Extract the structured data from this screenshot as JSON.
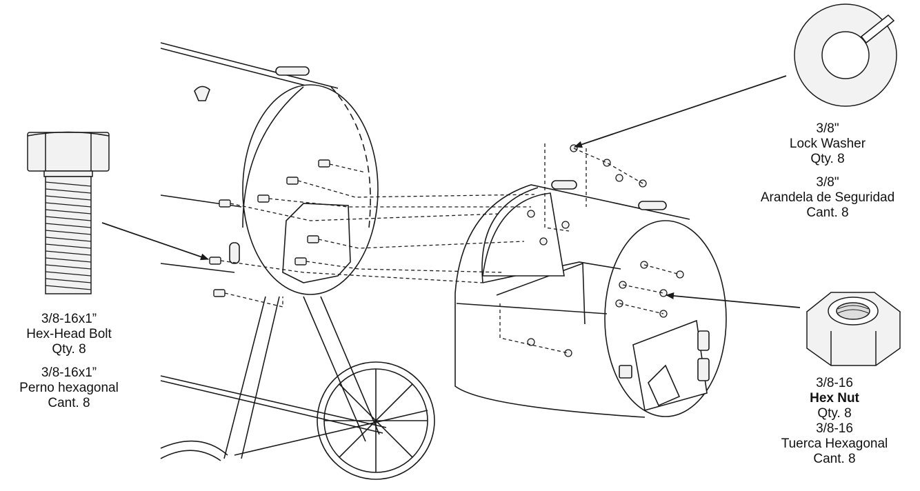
{
  "parts": {
    "bolt": {
      "size": "3/8-16x1”",
      "name_en": "Hex-Head Bolt",
      "qty_en": "Qty. 8",
      "size_es": "3/8-16x1”",
      "name_es": "Perno hexagonal",
      "qty_es": "Cant. 8"
    },
    "washer": {
      "size": "3/8\"",
      "name_en": "Lock Washer",
      "qty_en": "Qty. 8",
      "size_es": "3/8\"",
      "name_es": "Arandela de Seguridad",
      "qty_es": "Cant. 8"
    },
    "nut": {
      "size": "3/8-16",
      "name_en": "Hex Nut",
      "qty_en": "Qty. 8",
      "size_es": "3/8-16",
      "name_es": "Tuerca Hexagonal",
      "qty_es": "Cant. 8"
    }
  },
  "colors": {
    "line": "#1a1a1a",
    "part_fill": "#f2f2f2",
    "background": "#ffffff"
  }
}
